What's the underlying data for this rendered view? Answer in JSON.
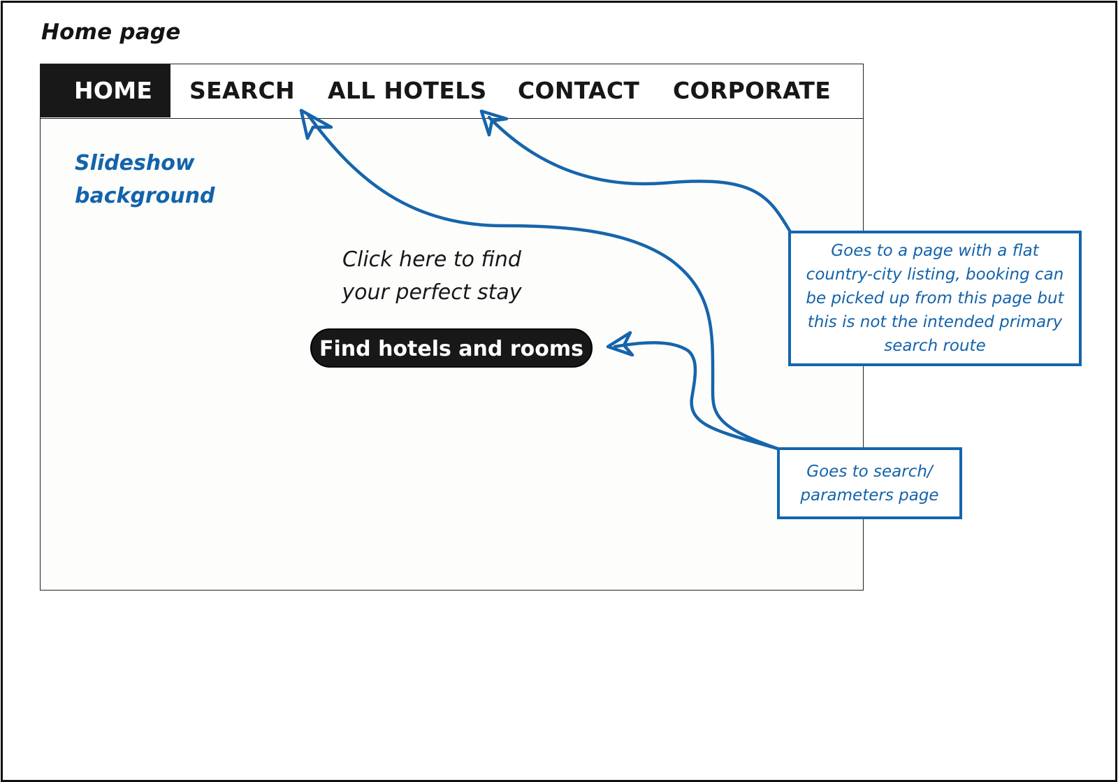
{
  "page_title": "Home page",
  "nav": {
    "items": [
      {
        "label": "HOME",
        "active": true
      },
      {
        "label": "SEARCH",
        "active": false
      },
      {
        "label": "ALL HOTELS",
        "active": false
      },
      {
        "label": "CONTACT",
        "active": false
      },
      {
        "label": "CORPORATE",
        "active": false
      }
    ]
  },
  "hero": {
    "background_label_line1": "Slideshow",
    "background_label_line2": "background",
    "tagline_line1": "Click here to find",
    "tagline_line2": "your perfect stay",
    "cta_label": "Find hotels and rooms"
  },
  "annotations": {
    "all_hotels_note_lines": [
      "Goes to a page with a flat",
      "country-city listing, booking can",
      "be picked up from this page but",
      "this is not the intended primary",
      "search route"
    ],
    "search_note_lines": [
      "Goes to search/",
      "parameters page"
    ]
  },
  "colors": {
    "annotation_blue": "#1565ac",
    "nav_active_bg": "#181818",
    "cta_bg": "#181818"
  }
}
